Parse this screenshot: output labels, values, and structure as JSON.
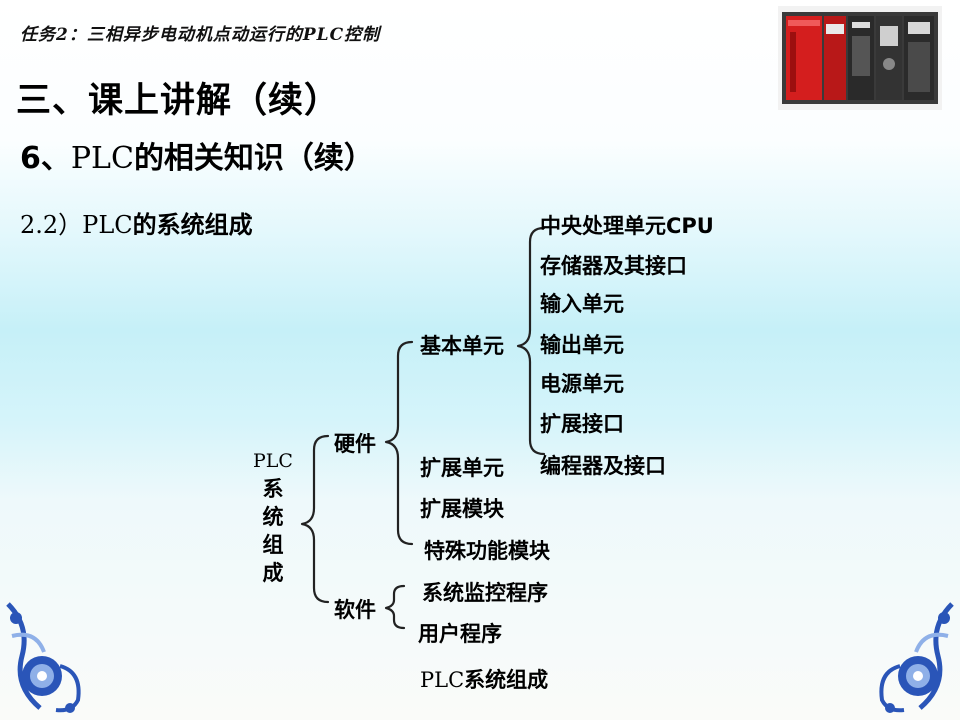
{
  "header": {
    "task_title": "任务2：三相异步电动机点动运行的PLC控制"
  },
  "title": "三、课上讲解（续）",
  "subtitle": {
    "prefix": "6、",
    "latin": "PLC",
    "rest": "的相关知识（续）"
  },
  "section": {
    "prefix": "2.2）",
    "latin": "PLC",
    "rest": "的系统组成"
  },
  "tree": {
    "root": {
      "latin": "PLC",
      "chars": [
        "系",
        "统",
        "组",
        "成"
      ]
    },
    "hardware": {
      "label": "硬件",
      "basic_unit": {
        "label": "基本单元",
        "items": [
          "中央处理单元CPU",
          "存储器及其接口",
          "输入单元",
          "输出单元",
          "电源单元",
          "扩展接口",
          "编程器及接口"
        ]
      },
      "other_items": [
        "扩展单元",
        "扩展模块",
        "特殊功能模块"
      ]
    },
    "software": {
      "label": "软件",
      "items": [
        "系统监控程序",
        "用户程序"
      ]
    }
  },
  "caption": {
    "latin": "PLC",
    "rest": "系统组成"
  },
  "images": {
    "hardware_photo": "plc-hardware-photo",
    "corner_ornaments": "blue-floral-ornament"
  },
  "colors": {
    "ornament_blue": "#2a55b8",
    "ornament_light": "#8fb0e8",
    "plc_red": "#d41e1e",
    "plc_dark": "#2c2c2c"
  }
}
